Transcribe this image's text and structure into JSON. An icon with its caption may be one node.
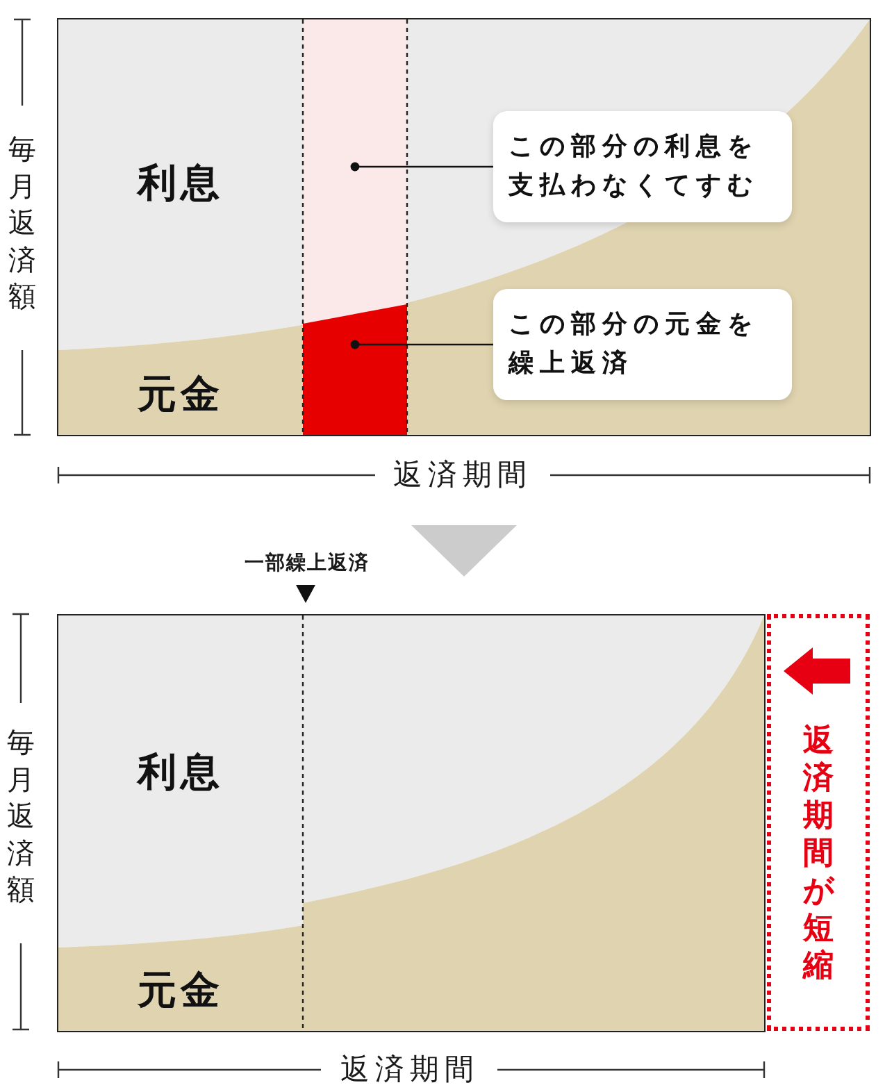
{
  "diagram": {
    "nodes": [
      {
        "text": [
          "利息",
          "元金"
        ]
      },
      {
        "text": [],
        "shape": "box",
        "in": 0
      },
      {
        "text": [
          "この部分の利息を支払わなくてすむ"
        ],
        "in": 0
      },
      {
        "text": [],
        "shape": "box",
        "in": 0
      },
      {
        "text": [
          "この部分の元金を繰上返済"
        ],
        "in": 0
      },
      {
        "text": [
          "利息",
          "元金"
        ]
      },
      {
        "text": [
          "返済期間が短縮"
        ]
      }
    ],
    "edges": [
      {
        "from": 2,
        "to": 1,
        "arrow": "other"
      },
      {
        "from": 4,
        "to": 3,
        "arrow": "other"
      },
      {
        "from": 0,
        "to": 5,
        "arrow": "to",
        "color": "#cccccc"
      }
    ],
    "labels": [
      "毎月返済額",
      "返済期間",
      "一部繰上返済",
      "毎月返済額",
      "返済期間"
    ]
  }
}
